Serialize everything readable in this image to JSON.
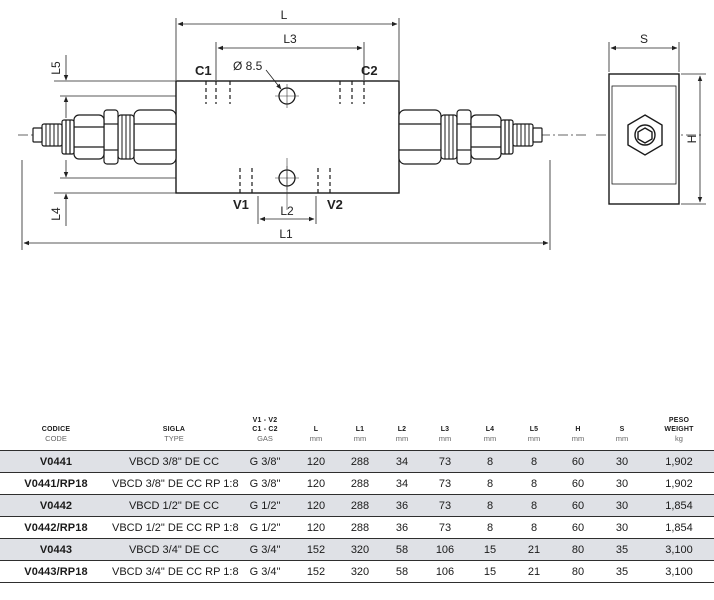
{
  "drawing": {
    "labels": {
      "L": "L",
      "L1": "L1",
      "L2": "L2",
      "L3": "L3",
      "L4": "L4",
      "L5": "L5",
      "S": "S",
      "H": "H",
      "C1": "C1",
      "C2": "C2",
      "V1": "V1",
      "V2": "V2",
      "hole": "Ø 8.5"
    }
  },
  "table": {
    "headers": [
      {
        "main": "CODICE",
        "sub": "CODE"
      },
      {
        "main": "SIGLA",
        "sub": "TYPE"
      },
      {
        "main": "V1 - V2",
        "main2": "C1 - C2",
        "sub": "GAS"
      },
      {
        "main": "L",
        "sub": "mm"
      },
      {
        "main": "L1",
        "sub": "mm"
      },
      {
        "main": "L2",
        "sub": "mm"
      },
      {
        "main": "L3",
        "sub": "mm"
      },
      {
        "main": "L4",
        "sub": "mm"
      },
      {
        "main": "L5",
        "sub": "mm"
      },
      {
        "main": "H",
        "sub": "mm"
      },
      {
        "main": "S",
        "sub": "mm"
      },
      {
        "main": "PESO",
        "main2": "WEIGHT",
        "sub": "kg"
      }
    ],
    "rows": [
      [
        "V0441",
        "VBCD 3/8\" DE CC",
        "G 3/8\"",
        "120",
        "288",
        "34",
        "73",
        "8",
        "8",
        "60",
        "30",
        "1,902"
      ],
      [
        "V0441/RP18",
        "VBCD 3/8\" DE CC RP 1:8",
        "G 3/8\"",
        "120",
        "288",
        "34",
        "73",
        "8",
        "8",
        "60",
        "30",
        "1,902"
      ],
      [
        "V0442",
        "VBCD 1/2\" DE CC",
        "G 1/2\"",
        "120",
        "288",
        "36",
        "73",
        "8",
        "8",
        "60",
        "30",
        "1,854"
      ],
      [
        "V0442/RP18",
        "VBCD 1/2\" DE CC RP 1:8",
        "G 1/2\"",
        "120",
        "288",
        "36",
        "73",
        "8",
        "8",
        "60",
        "30",
        "1,854"
      ],
      [
        "V0443",
        "VBCD 3/4\" DE CC",
        "G 3/4\"",
        "152",
        "320",
        "58",
        "106",
        "15",
        "21",
        "80",
        "35",
        "3,100"
      ],
      [
        "V0443/RP18",
        "VBCD 3/4\" DE CC RP 1:8",
        "G 3/4\"",
        "152",
        "320",
        "58",
        "106",
        "15",
        "21",
        "80",
        "35",
        "3,100"
      ]
    ]
  }
}
